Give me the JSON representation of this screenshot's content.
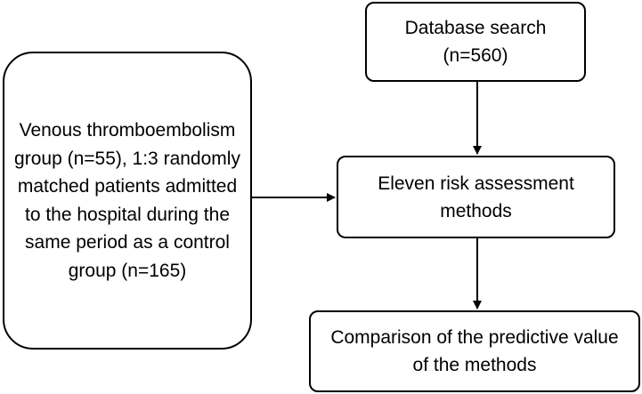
{
  "nodes": {
    "venous": "Venous thromboembolism group (n=55), 1:3 randomly matched patients admitted to the hospital during the same period as a control group (n=165)",
    "database": "Database search (n=560)",
    "eleven": "Eleven risk assessment methods",
    "comparison": "Comparison of the predictive value of the methods"
  },
  "colors": {
    "stroke": "#000000",
    "fill": "#ffffff",
    "text": "#000000"
  }
}
